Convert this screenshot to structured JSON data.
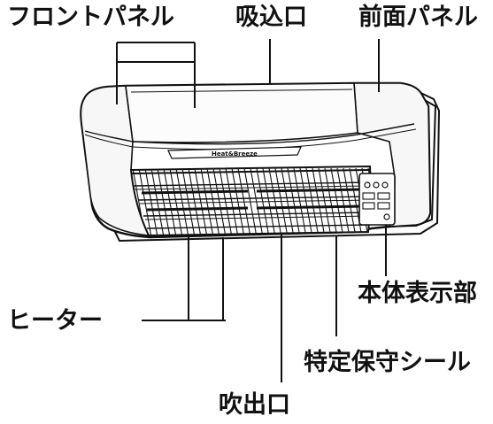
{
  "labels": {
    "front_panel": "フロントパネル",
    "intake": "吸込口",
    "front_face_panel": "前面パネル",
    "body_display": "本体表示部",
    "heater": "ヒーター",
    "specified_seal": "特定保守シール",
    "outlet": "吹出口"
  },
  "device_brand": "Heat&Breeze"
}
